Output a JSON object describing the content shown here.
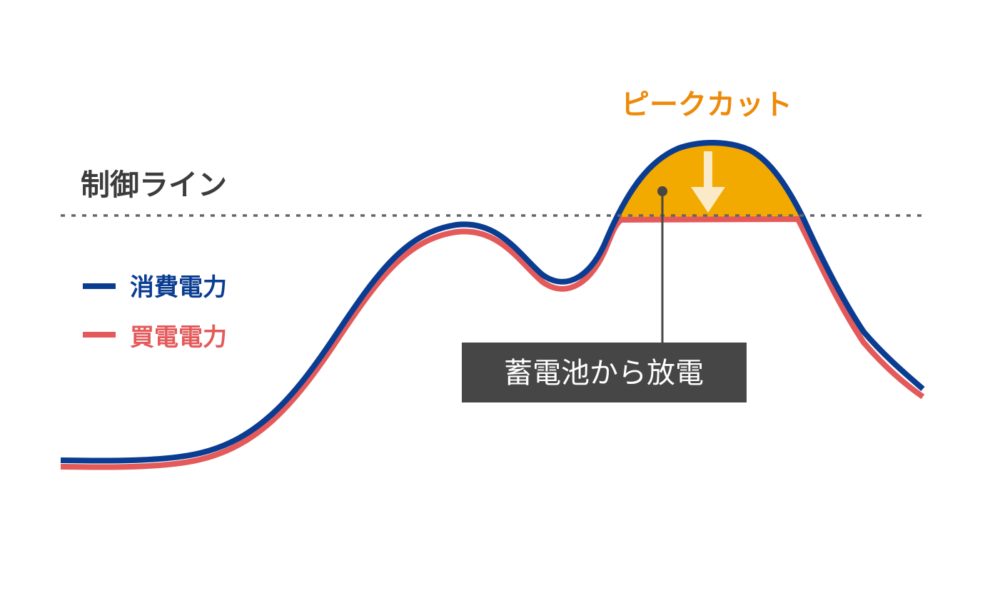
{
  "labels": {
    "control_line": "制御ライン",
    "peak_cut": "ピークカット",
    "discharge": "蓄電池から放電"
  },
  "legend": [
    {
      "key": "consumption",
      "label": "消費電力",
      "color": "#0a3d91"
    },
    {
      "key": "purchased",
      "label": "買電電力",
      "color": "#e45a5a"
    }
  ],
  "colors": {
    "consumption_line": "#0a3d91",
    "purchased_line": "#e45a5a",
    "peak_fill": "#f2a900",
    "peak_label": "#ee8a0a",
    "arrow_fill": "#fbeac8",
    "control_line": "#666666",
    "control_text": "#3c3c3c",
    "callout_bg": "#464646",
    "callout_text": "#ffffff",
    "callout_pointer": "#464646"
  }
}
